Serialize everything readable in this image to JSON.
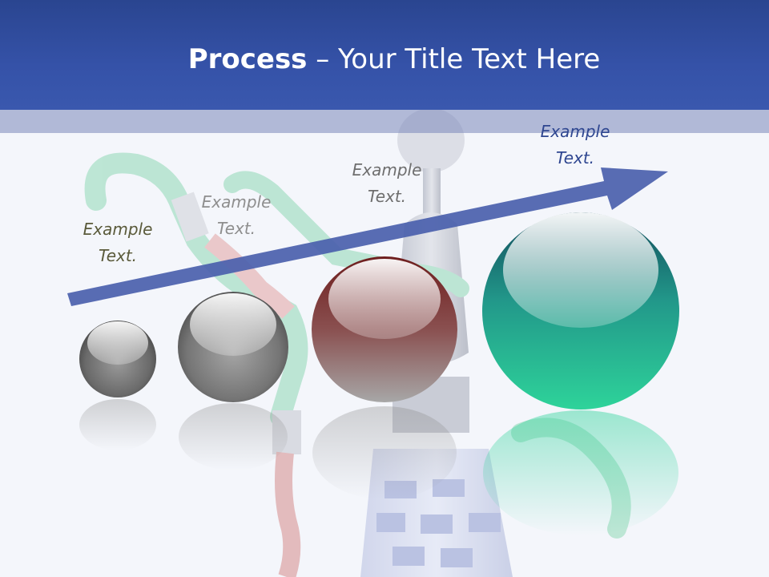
{
  "title": {
    "bold": "Process",
    "rest": " – Your Title Text Here"
  },
  "labels": [
    {
      "text": "Example\nText.",
      "color": "#5a5a3a"
    },
    {
      "text": "Example\nText.",
      "color": "#8e8e8e"
    },
    {
      "text": "Example\nText.",
      "color": "#6e6e6e"
    },
    {
      "text": "Example\nText.",
      "color": "#2e4690"
    }
  ],
  "colors": {
    "header": "#3552a8",
    "arrow": "#4a5fad",
    "ball_small": "#5a5a5a",
    "ball_medium": "#6a6a6a",
    "ball_red": "#7a2a2a",
    "ball_teal": "#2cc893"
  }
}
